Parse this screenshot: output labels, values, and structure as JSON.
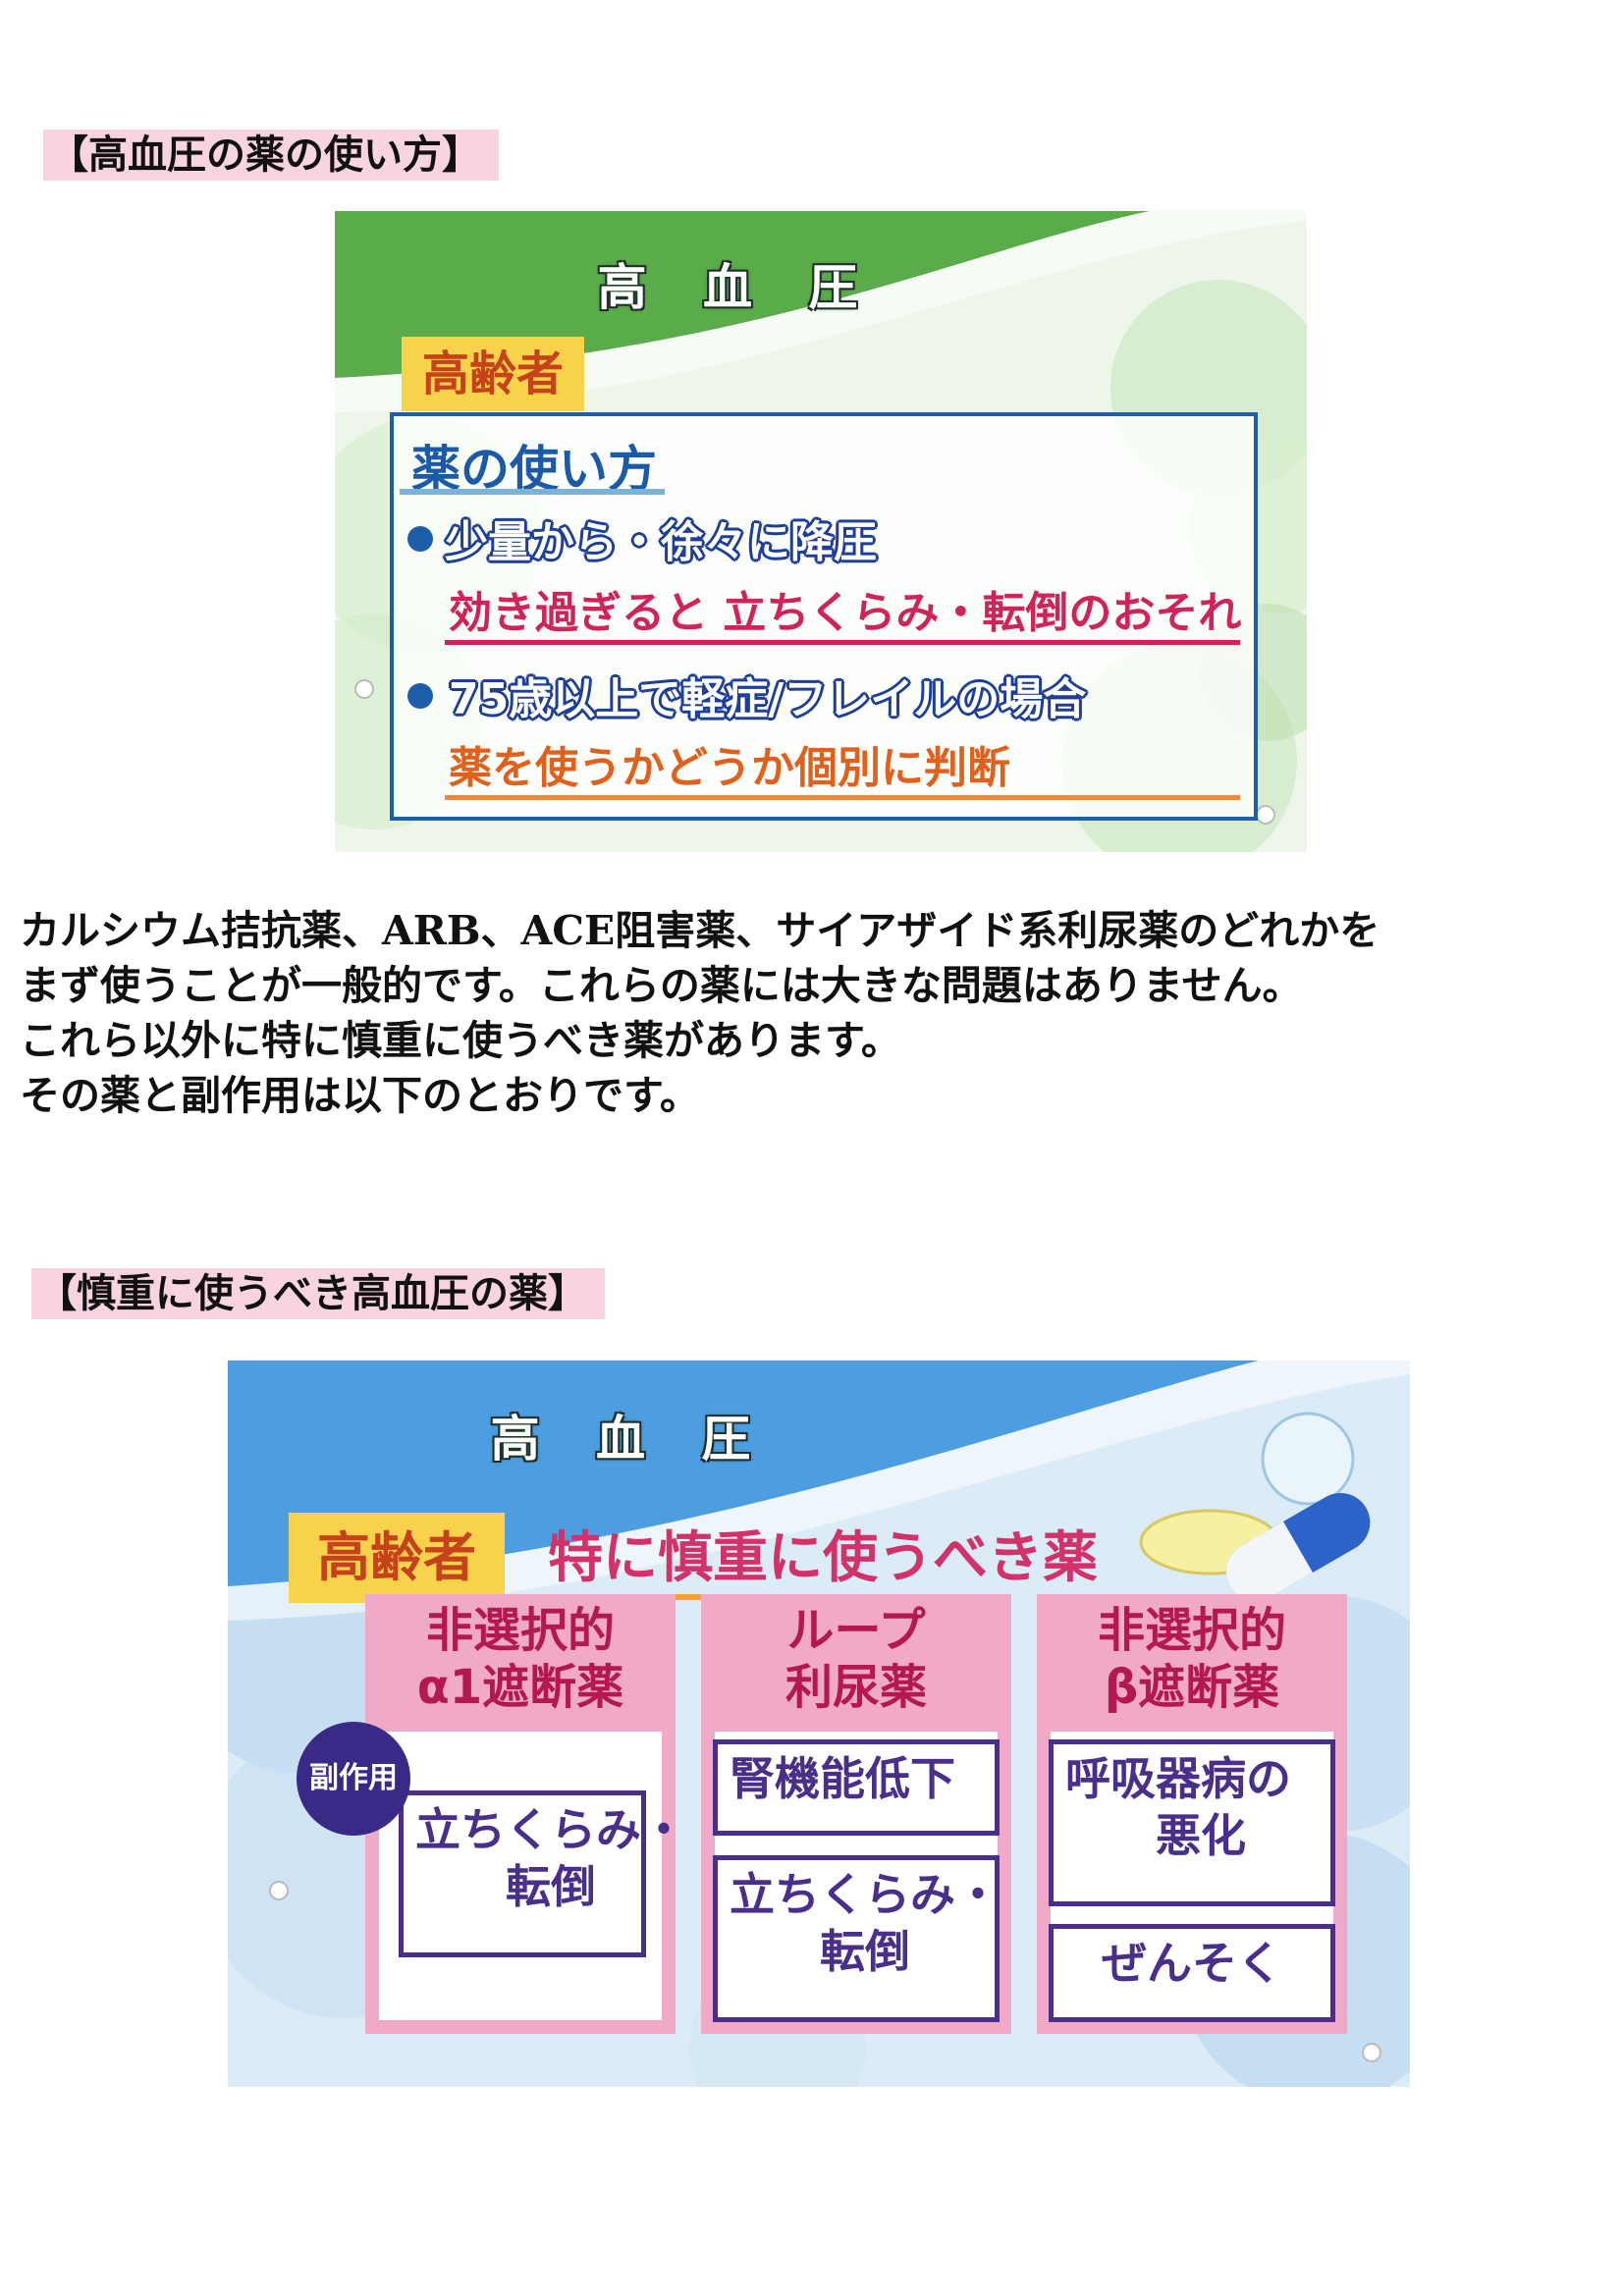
{
  "headings": {
    "h1": "【高血圧の薬の使い方】",
    "h2": "【慎重に使うべき高血圧の薬】"
  },
  "paragraph": {
    "line1": "カルシウム拮抗薬、ARB、ACE阻害薬、サイアザイド系利尿薬のどれかを",
    "line2": "まず使うことが一般的です。これらの薬には大きな問題はありません。",
    "line3": "これら以外に特に慎重に使うべき薬があります。",
    "line4": "その薬と副作用は以下のとおりです。"
  },
  "slide1": {
    "title": "高 血 圧",
    "tag": "高齢者",
    "box_title": "薬の使い方",
    "bullet1_main": "少量から・徐々に降圧",
    "bullet1_sub": "効き過ぎると 立ちくらみ・転倒のおそれ",
    "bullet2_main": "75歳以上で軽症/フレイルの場合",
    "bullet2_sub": "薬を使うかどうか個別に判断",
    "colors": {
      "header_green": "#5aac4a",
      "box_border": "#1c5ea8",
      "red": "#d0235a",
      "orange": "#e0601c"
    }
  },
  "slide2": {
    "title": "高 血 圧",
    "tag": "高齢者",
    "heading": "特に慎重に使うべき薬",
    "side_effect_label": "副作用",
    "columns": [
      {
        "head1": "非選択的",
        "head2": "α1遮断薬",
        "effects": [
          "立ちくらみ・\n　　転倒"
        ]
      },
      {
        "head1": "ループ",
        "head2": "利尿薬",
        "effects": [
          "腎機能低下",
          "立ちくらみ・\n　　転倒"
        ]
      },
      {
        "head1": "非選択的",
        "head2": "β遮断薬",
        "effects": [
          "呼吸器病の\n　　悪化",
          "ぜんそく"
        ]
      }
    ],
    "colors": {
      "header_blue": "#4c9ee0",
      "column_pink": "#f0a9c6",
      "effect_border": "#4a2f8a"
    }
  }
}
